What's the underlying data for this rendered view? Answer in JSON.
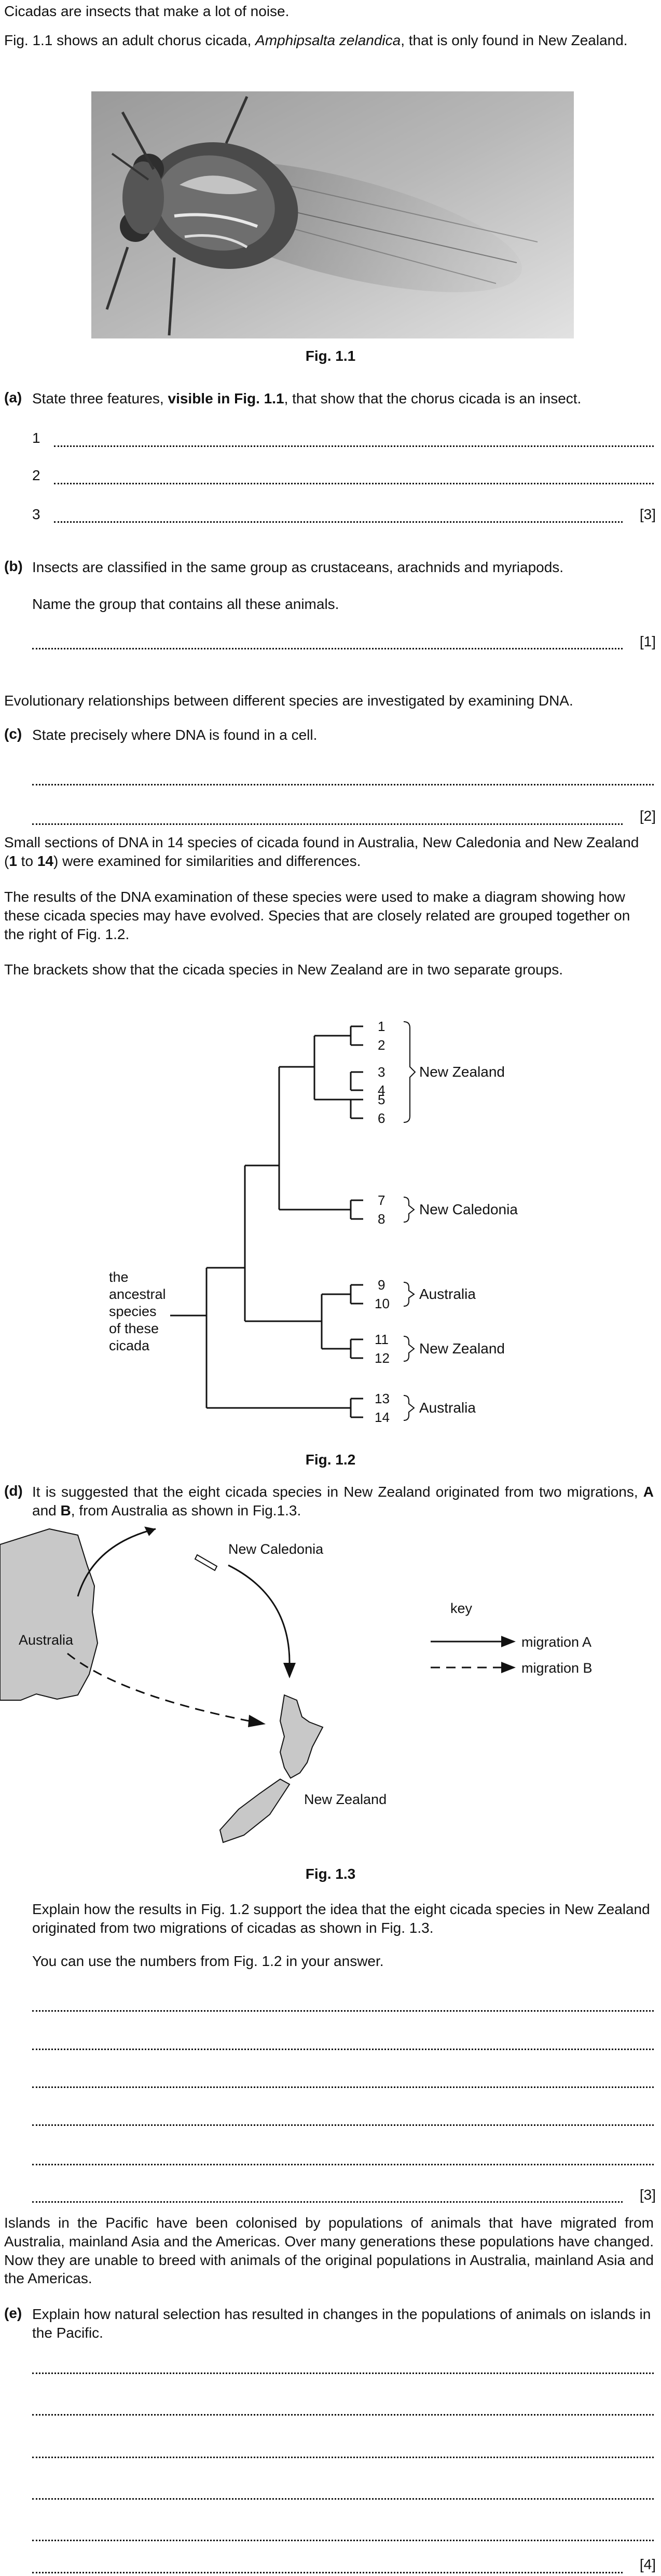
{
  "intro": "Cicadas are insects that make a lot of noise.",
  "fig11_text_before": "Fig. 1.1 shows an adult chorus cicada, ",
  "fig11_species": "Amphipsalta zelandica",
  "fig11_text_after": ", that is only found in New Zealand.",
  "fig11_caption": "Fig. 1.1",
  "qa": {
    "label": "(a)",
    "text_before": "State three features, ",
    "text_bold": "visible in Fig. 1.1",
    "text_after": ", that show that the chorus cicada is an insect.",
    "line_numbers": [
      "1",
      "2",
      "3"
    ],
    "marks": "[3]"
  },
  "qb": {
    "label": "(b)",
    "text": "Insects are classified in the same group as crustaceans, arachnids and myriapods.",
    "prompt": "Name the group that contains all these animals.",
    "marks": "[1]"
  },
  "dna_intro": "Evolutionary relationships between different species are investigated by examining DNA.",
  "qc": {
    "label": "(c)",
    "text": "State precisely where DNA is found in a cell.",
    "marks": "[2]"
  },
  "para1_before": "Small sections of DNA in 14 species of cicada found in Australia, New Caledonia and New Zealand (",
  "para1_b1": "1",
  "para1_mid": " to ",
  "para1_b2": "14",
  "para1_after": ") were examined for similarities and differences.",
  "para2": "The results of the DNA examination of these species were used to make a diagram showing how these cicada species may have evolved. Species that are closely related are grouped together on the right of Fig. 1.2.",
  "para3": "The brackets show that the cicada species in New Zealand are in two separate groups.",
  "fig12": {
    "species_numbers": [
      "1",
      "2",
      "3",
      "4",
      "5",
      "6",
      "7",
      "8",
      "9",
      "10",
      "11",
      "12",
      "13",
      "14"
    ],
    "groups": [
      "New Zealand",
      "New Caledonia",
      "Australia",
      "New Zealand",
      "Australia"
    ],
    "ancestor_label": [
      "the",
      "ancestral",
      "species",
      "of these",
      "cicada"
    ],
    "caption": "Fig. 1.2"
  },
  "qd": {
    "label": "(d)",
    "text_before": "It is suggested that the eight cicada species in New Zealand originated from two migrations, ",
    "b_a": "A",
    "text_and": " and ",
    "b_b": "B",
    "text_after": ", from Australia as shown in Fig.1.3.",
    "prompt": "Explain how the results in Fig. 1.2 support the idea that the eight cicada species in New Zealand originated from two migrations of cicadas as shown in Fig. 1.3.",
    "hint": "You can use the numbers from Fig. 1.2 in your answer.",
    "marks": "[3]"
  },
  "fig13": {
    "new_caledonia": "New Caledonia",
    "australia": "Australia",
    "new_zealand": "New Zealand",
    "key_title": "key",
    "migration_a": "migration A",
    "migration_b": "migration B",
    "caption": "Fig. 1.3"
  },
  "islands_para": "Islands in the Pacific have been colonised by populations of animals that have migrated from Australia, mainland Asia and the Americas. Over many generations these populations have changed. Now they are unable to breed with animals of the original populations in Australia, mainland Asia and the Americas.",
  "qe": {
    "label": "(e)",
    "text": "Explain how natural selection has resulted in changes in the populations of animals on islands in the Pacific.",
    "marks": "[4]"
  }
}
